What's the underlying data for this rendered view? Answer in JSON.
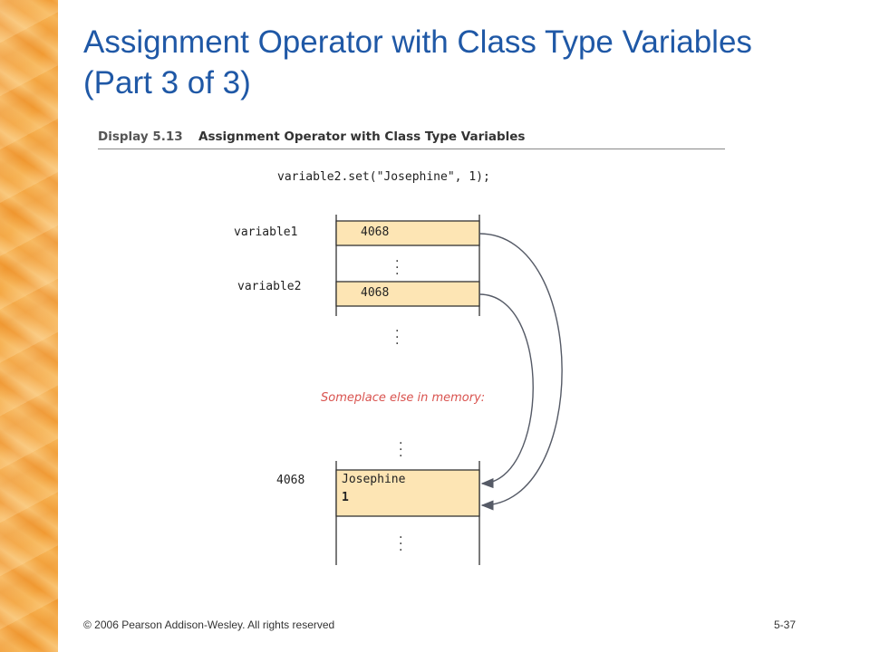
{
  "slide": {
    "title_line1": "Assignment Operator with Class Type Variables",
    "title_line2": "(Part 3 of 3)"
  },
  "display": {
    "number": "Display 5.13",
    "title": "Assignment Operator with Class Type Variables"
  },
  "code": "variable2.set(\"Josephine\", 1);",
  "memory": {
    "variable1_label": "variable1",
    "variable1_value": "4068",
    "variable2_label": "variable2",
    "variable2_value": "4068",
    "note": "Someplace else in memory:",
    "address_label": "4068",
    "object_line1": "Josephine",
    "object_line2": "1"
  },
  "footer": {
    "copyright": "© 2006 Pearson Addison-Wesley. All rights reserved",
    "page": "5-37"
  },
  "colors": {
    "title": "#1f58a6",
    "cell_fill": "#fde5b4",
    "note": "#d9534f",
    "side_band": "#f4a641"
  }
}
